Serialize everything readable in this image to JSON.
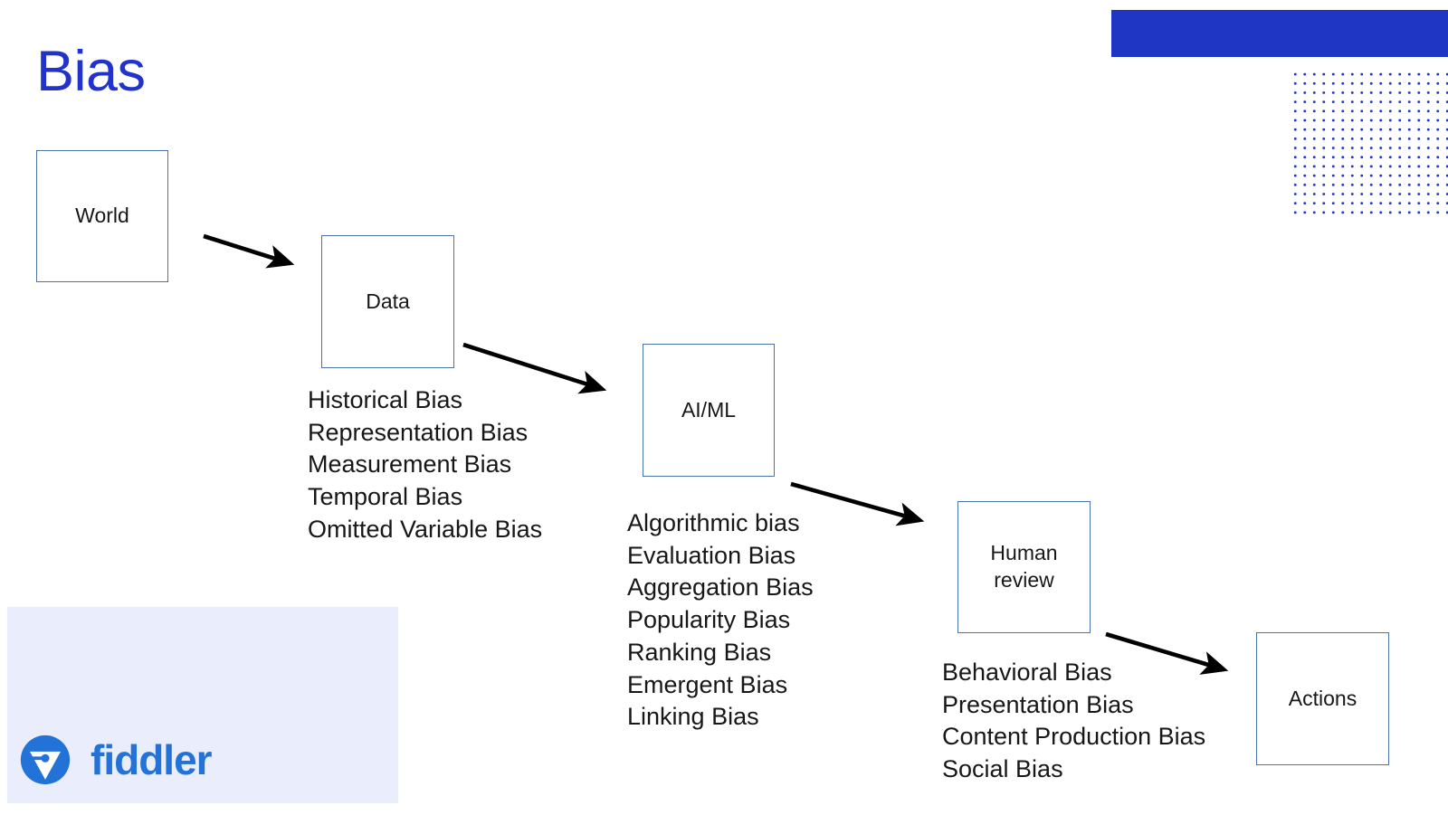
{
  "slide": {
    "title": "Bias",
    "title_color": "#2233cc",
    "background": "#ffffff"
  },
  "decor": {
    "bar_color": "#1f35c4",
    "dot_color": "#2233cc",
    "dot_grid_columns": 17,
    "dot_grid_rows": 16
  },
  "flow": {
    "nodes": [
      {
        "id": "world",
        "label": "World"
      },
      {
        "id": "data",
        "label": "Data"
      },
      {
        "id": "aiml",
        "label": "AI/ML"
      },
      {
        "id": "human",
        "label": "Human\nreview"
      },
      {
        "id": "actions",
        "label": "Actions"
      }
    ],
    "node_border_color": "#4a72ab",
    "arrows": [
      {
        "id": "world-to-data",
        "from": "world",
        "to": "data"
      },
      {
        "id": "data-to-aiml",
        "from": "data",
        "to": "aiml"
      },
      {
        "id": "aiml-to-human",
        "from": "aiml",
        "to": "human"
      },
      {
        "id": "human-to-actions",
        "from": "human",
        "to": "actions"
      }
    ],
    "arrow_color": "#000000"
  },
  "bias_lists": {
    "data": {
      "stage": "data",
      "items": [
        "Historical Bias",
        "Representation Bias",
        "Measurement Bias",
        "Temporal Bias",
        "Omitted Variable Bias"
      ]
    },
    "model": {
      "stage": "aiml",
      "items": [
        "Algorithmic bias",
        "Evaluation Bias",
        "Aggregation Bias",
        "Popularity Bias",
        "Ranking Bias",
        "Emergent Bias",
        "Linking Bias"
      ]
    },
    "human": {
      "stage": "human-review",
      "items": [
        "Behavioral Bias",
        "Presentation Bias",
        "Content Production Bias",
        "Social Bias"
      ]
    }
  },
  "brand": {
    "name": "fiddler",
    "panel_color": "#e9edfc",
    "logo_color": "#2272d8",
    "wordmark_color": "#2272d8"
  }
}
